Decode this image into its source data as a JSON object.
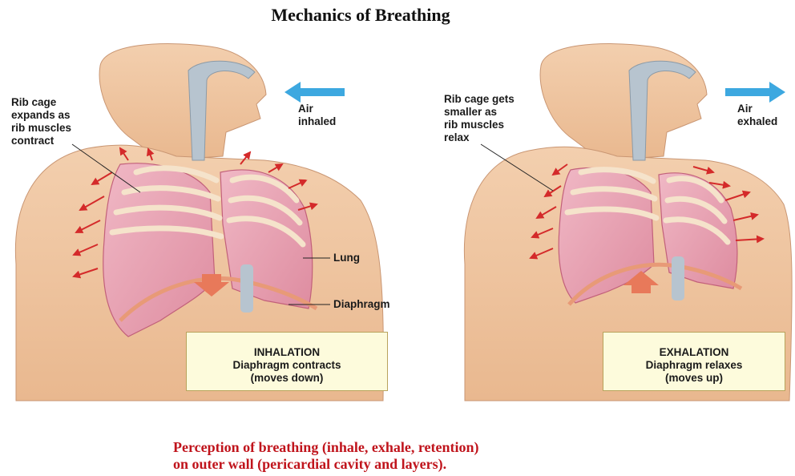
{
  "title": "Mechanics of Breathing",
  "inhale_panel": {
    "rib_label": [
      "Rib cage",
      "expands as",
      "rib muscles",
      "contract"
    ],
    "air_label": [
      "Air",
      "inhaled"
    ],
    "lung_label": "Lung",
    "diaphragm_label": "Diaphragm",
    "box": [
      "INHALATION",
      "Diaphragm contracts",
      "(moves down)"
    ]
  },
  "exhale_panel": {
    "rib_label": [
      "Rib cage gets",
      "smaller as",
      "rib muscles",
      "relax"
    ],
    "air_label": [
      "Air",
      "exhaled"
    ],
    "box": [
      "EXHALATION",
      "Diaphragm relaxes",
      "(moves up)"
    ]
  },
  "caption": [
    "Perception of breathing (inhale, exhale, retention)",
    "on outer wall (pericardial cavity and layers)."
  ],
  "colors": {
    "skin": "#efc4a0",
    "lung": "#e8a3b3",
    "arrow_red": "#d42a2a",
    "air_blue": "#3da8e0",
    "caption_red": "#c0141c",
    "box_fill": "#fdfbdc"
  }
}
